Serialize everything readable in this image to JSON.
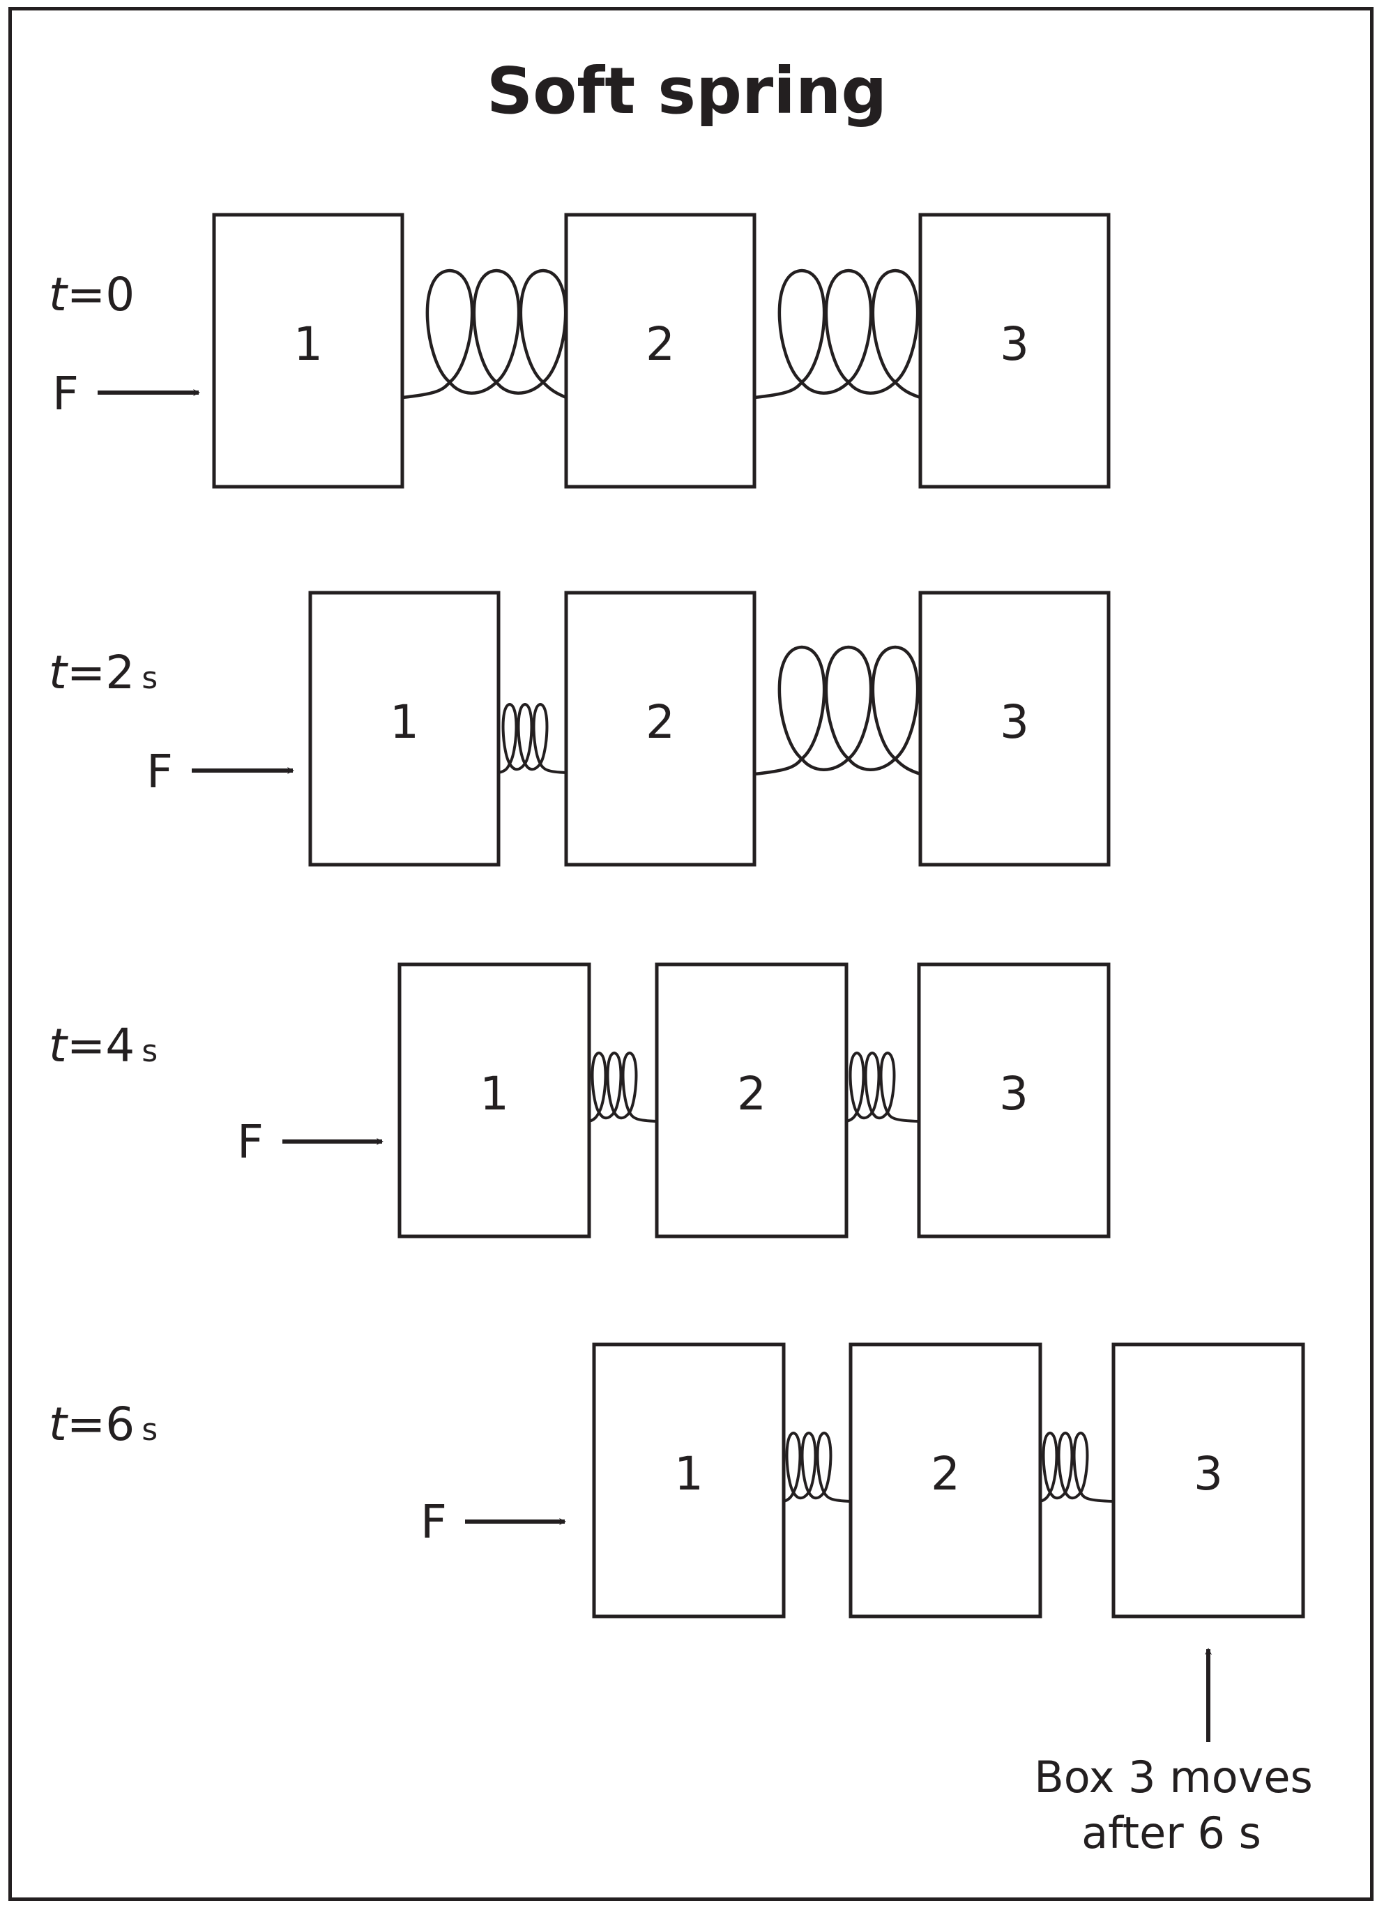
{
  "title": "Soft spring",
  "colors": {
    "ink": "#231f20",
    "background": "#ffffff"
  },
  "force_label": "F",
  "snapshots": [
    {
      "time_symbol": "t",
      "time_value": "=0",
      "time_unit": "",
      "boxes": [
        "1",
        "2",
        "3"
      ]
    },
    {
      "time_symbol": "t",
      "time_value": "=2",
      "time_unit": "s",
      "boxes": [
        "1",
        "2",
        "3"
      ]
    },
    {
      "time_symbol": "t",
      "time_value": "=4",
      "time_unit": "s",
      "boxes": [
        "1",
        "2",
        "3"
      ]
    },
    {
      "time_symbol": "t",
      "time_value": "=6",
      "time_unit": "s",
      "boxes": [
        "1",
        "2",
        "3"
      ]
    }
  ],
  "annotation": {
    "line1": "Box 3 moves",
    "line2": "after 6 s"
  }
}
